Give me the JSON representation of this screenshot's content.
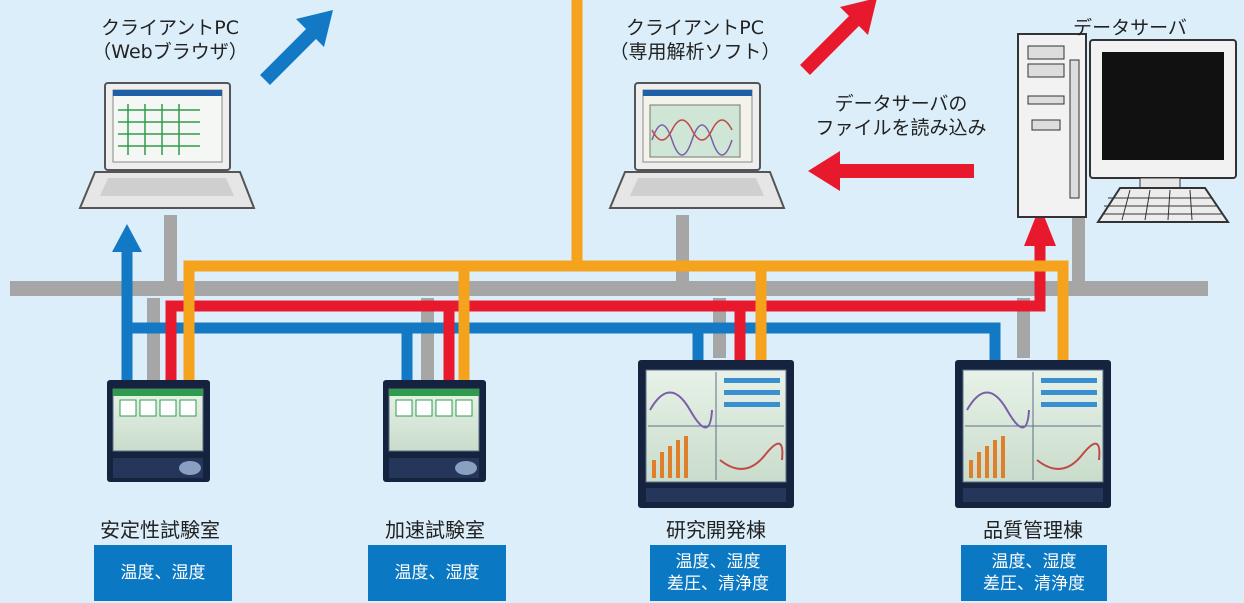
{
  "labels": {
    "client_web_line1": "クライアントPC",
    "client_web_line2": "（Webブラウザ）",
    "client_soft_line1": "クライアントPC",
    "client_soft_line2": "（専用解析ソフト）",
    "data_server": "データサーバ",
    "file_read_line1": "データサーバの",
    "file_read_line2": "ファイルを読み込み"
  },
  "rooms": [
    {
      "name": "安定性試験室",
      "badge": [
        "温度、湿度"
      ]
    },
    {
      "name": "加速試験室",
      "badge": [
        "温度、湿度"
      ]
    },
    {
      "name": "研究開発棟",
      "badge": [
        "温度、湿度",
        "差圧、清浄度"
      ]
    },
    {
      "name": "品質管理棟",
      "badge": [
        "温度、湿度",
        "差圧、清浄度"
      ]
    }
  ],
  "colors": {
    "background": "#dbeef9",
    "backbone": "#a6a6a6",
    "orange": "#f5a21d",
    "red": "#e8192c",
    "blue": "#1479c4",
    "badge": "#0a78c2"
  }
}
